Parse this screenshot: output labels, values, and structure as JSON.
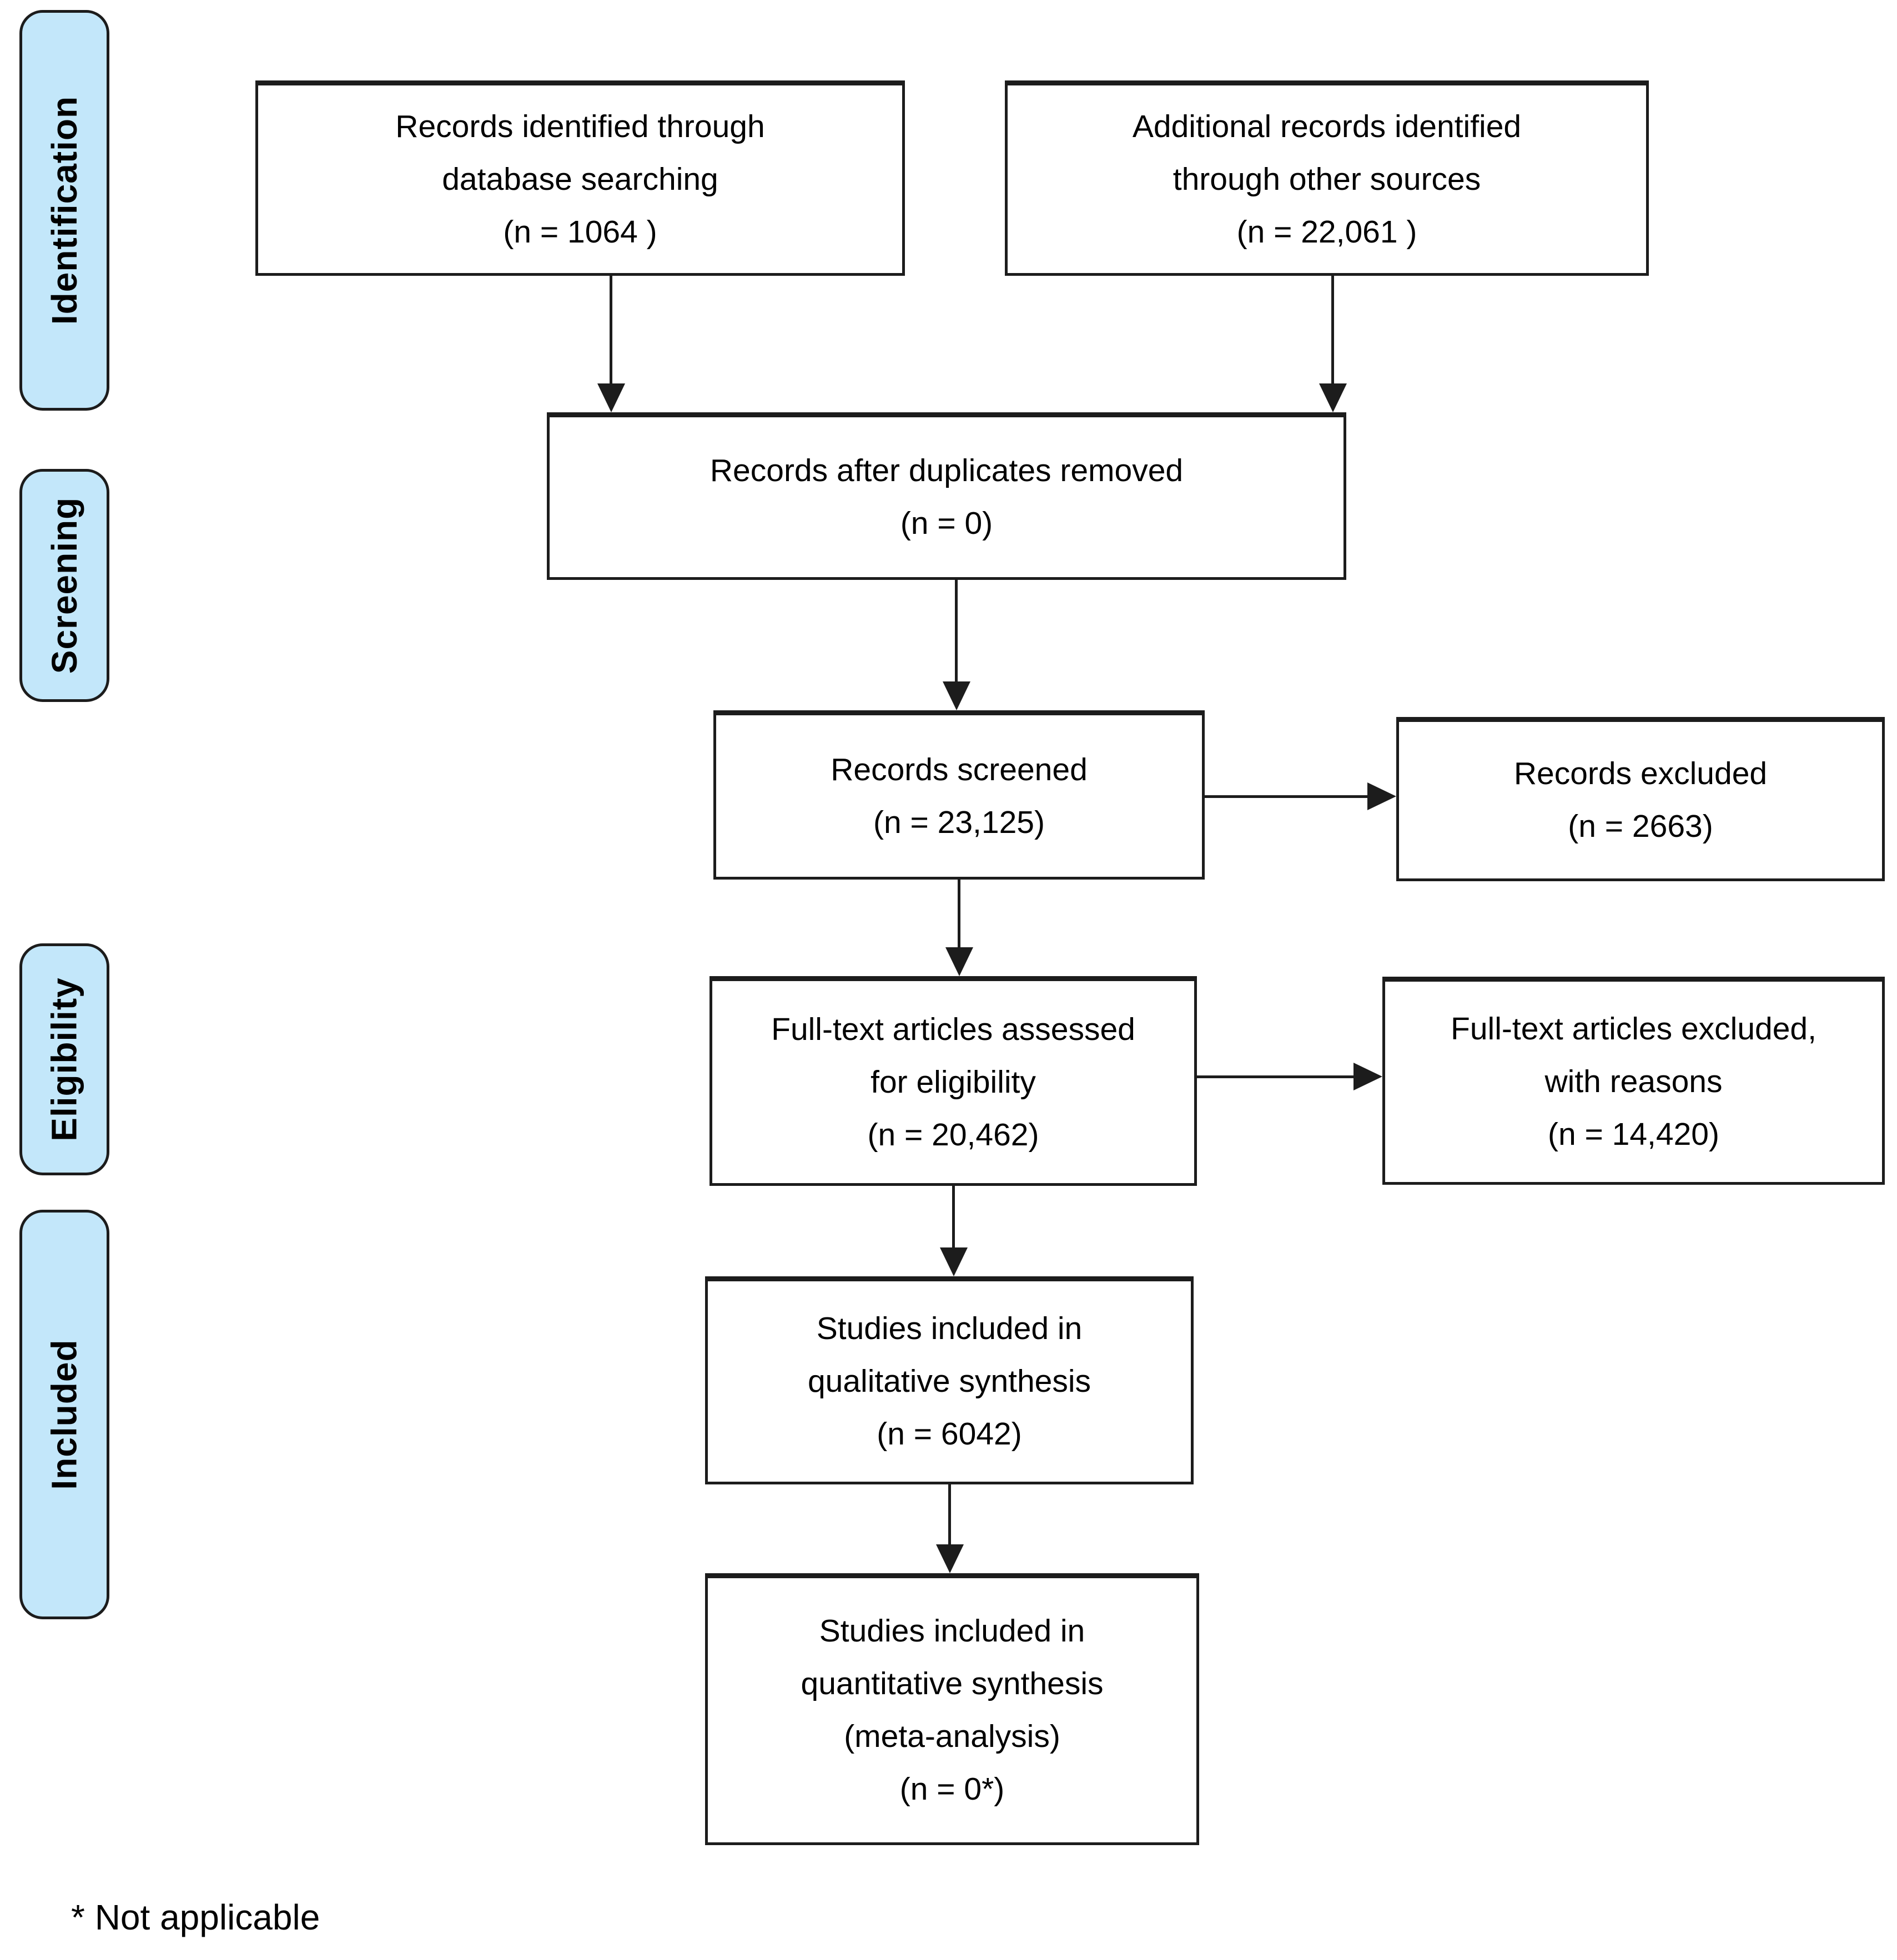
{
  "stages": [
    {
      "label": "Identification"
    },
    {
      "label": "Screening"
    },
    {
      "label": "Eligibility"
    },
    {
      "label": "Included"
    }
  ],
  "boxes": {
    "identified": {
      "lines": [
        "Records identified through",
        "database searching",
        "(n = 1064 )"
      ]
    },
    "additional": {
      "lines": [
        "Additional records identified",
        "through other sources",
        "(n = 22,061 )"
      ]
    },
    "duplicates": {
      "lines": [
        "Records after duplicates removed",
        "(n = 0)"
      ]
    },
    "screened": {
      "lines": [
        "Records screened",
        "(n = 23,125)"
      ]
    },
    "excluded": {
      "lines": [
        "Records excluded",
        "(n = 2663)"
      ]
    },
    "fulltext_assessed": {
      "lines": [
        "Full-text articles assessed",
        "for eligibility",
        "(n = 20,462)"
      ]
    },
    "fulltext_excluded": {
      "lines": [
        "Full-text articles excluded,",
        "with reasons",
        "(n = 14,420)"
      ]
    },
    "qualitative": {
      "lines": [
        "Studies included in",
        "qualitative synthesis",
        "(n = 6042)"
      ]
    },
    "quantitative": {
      "lines": [
        "Studies included in",
        "quantitative synthesis",
        "(meta-analysis)",
        "(n = 0*)"
      ]
    }
  },
  "footnote": "* Not applicable",
  "colors": {
    "stage_fill": "#c3e7fa",
    "border": "#1c1c1c",
    "text": "#000000"
  }
}
